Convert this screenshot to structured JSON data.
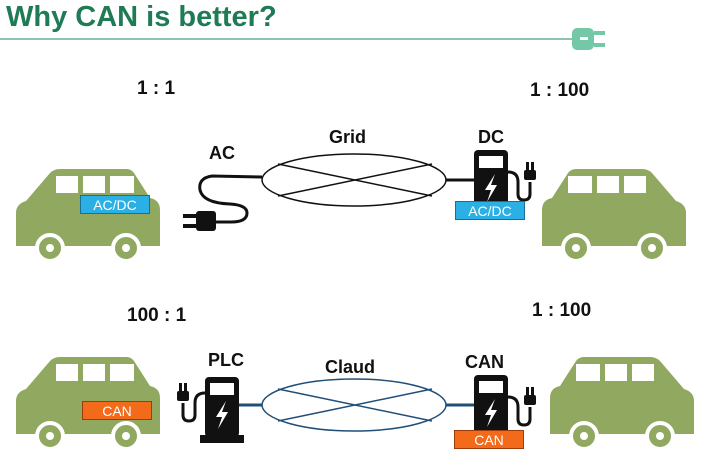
{
  "title": "Why CAN is better?",
  "colors": {
    "title": "#1f7a56",
    "rule": "#8fc4ae",
    "car": "#90a860",
    "charger": "#111111",
    "ac_dc_badge": "#2bb0e6",
    "can_badge": "#f36a1a",
    "grid_ellipse": "#111111",
    "cloud_ellipse": "#1f4e79"
  },
  "icons": [
    "plug-logo-icon",
    "car-icon",
    "charger-station-icon",
    "ac-plug-cable-icon"
  ],
  "top_row": {
    "ratio_left": "1 : 1",
    "ratio_right": "1 : 100",
    "ac_label": "AC",
    "network_label": "Grid",
    "dc_label": "DC",
    "car_left_badge": "AC/DC",
    "charger_badge": "AC/DC"
  },
  "bottom_row": {
    "ratio_left": "100 : 1",
    "ratio_right": "1 : 100",
    "plc_label": "PLC",
    "network_label": "Claud",
    "can_label": "CAN",
    "car_left_badge": "CAN",
    "charger_badge": "CAN"
  }
}
